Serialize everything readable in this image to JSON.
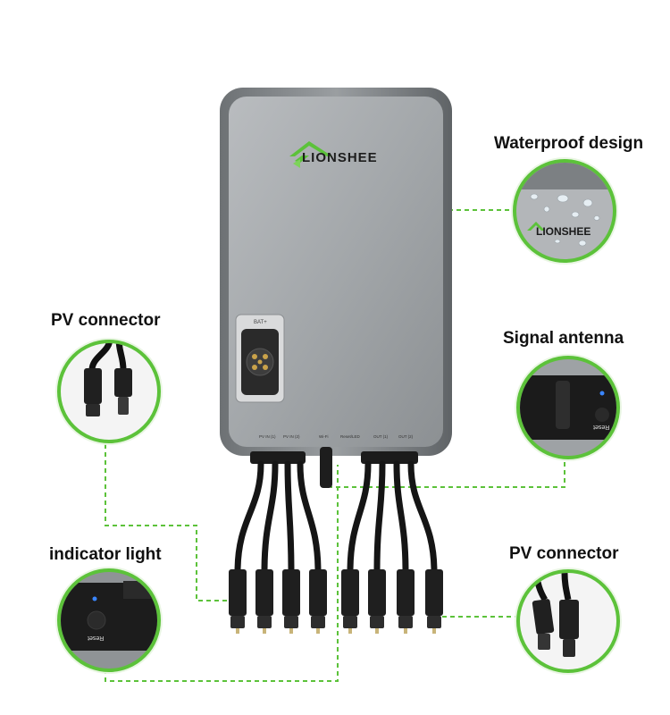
{
  "brand": {
    "logo_text": "LIONSHEE",
    "accent_color": "#5cc23a",
    "device_color": "#9fa3a6"
  },
  "callouts": {
    "waterproof": "Waterproof design",
    "pv_left": "PV connector",
    "signal": "Signal antenna",
    "indicator": "indicator light",
    "pv_right": "PV connector"
  },
  "device": {
    "battery_port": "BAT+",
    "ports": [
      "PV IN (1)",
      "PV IN (2)",
      "Wi-Fi",
      "Reset/LED",
      "OUT (1)",
      "OUT (2)"
    ]
  },
  "detail_text": {
    "reset": "Reset"
  }
}
